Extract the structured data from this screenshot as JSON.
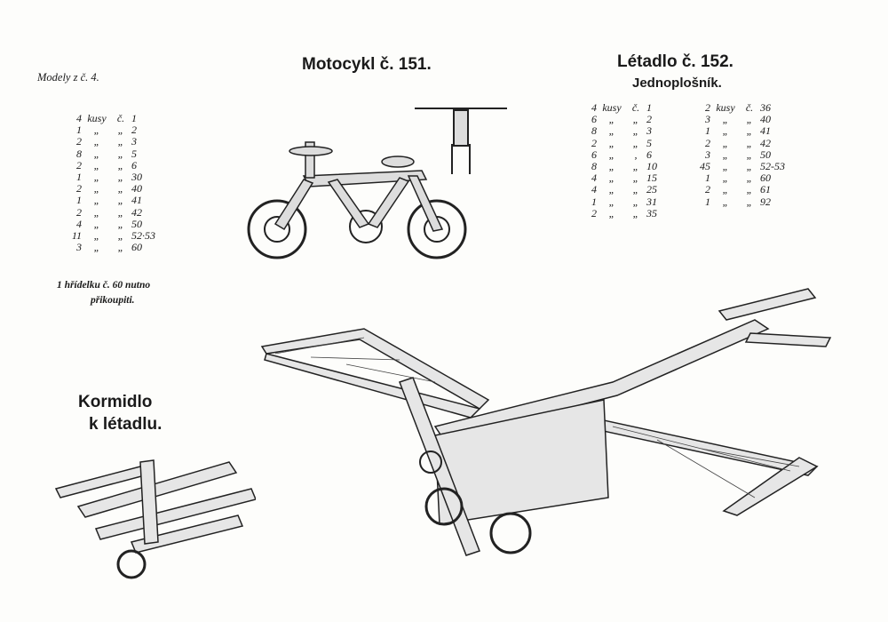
{
  "header_note": "Modely z č. 4.",
  "motorcycle": {
    "title": "Motocykl č. 151.",
    "parts": [
      [
        "4",
        "kusy",
        "č.",
        "1"
      ],
      [
        "1",
        "„",
        "„",
        "2"
      ],
      [
        "2",
        "„",
        "„",
        "3"
      ],
      [
        "8",
        "„",
        "„",
        "5"
      ],
      [
        "2",
        "„",
        "„",
        "6"
      ],
      [
        "1",
        "„",
        "„",
        "30"
      ],
      [
        "2",
        "„",
        "„",
        "40"
      ],
      [
        "1",
        "„",
        "„",
        "41"
      ],
      [
        "2",
        "„",
        "„",
        "42"
      ],
      [
        "4",
        "„",
        "„",
        "50"
      ],
      [
        "11",
        "„",
        "„",
        "52·53"
      ],
      [
        "3",
        "„",
        "„",
        "60"
      ]
    ],
    "note_line1": "1 hřídelku č. 60 nutno",
    "note_line2": "přikoupiti."
  },
  "airplane": {
    "title": "Létadlo č. 152.",
    "subtitle": "Jednoplošník.",
    "parts_col1": [
      [
        "4",
        "kusy",
        "č.",
        "1"
      ],
      [
        "6",
        "„",
        "„",
        "2"
      ],
      [
        "8",
        "„",
        "„",
        "3"
      ],
      [
        "2",
        "„",
        "„",
        "5"
      ],
      [
        "6",
        "„",
        ",",
        "6"
      ],
      [
        "8",
        "„",
        "„",
        "10"
      ],
      [
        "4",
        "„",
        "„",
        "15"
      ],
      [
        "4",
        "„",
        "„",
        "25"
      ],
      [
        "1",
        "„",
        "„",
        "31"
      ],
      [
        "2",
        "„",
        "„",
        "35"
      ]
    ],
    "parts_col2": [
      [
        "2",
        "kusy",
        "č.",
        "36"
      ],
      [
        "3",
        "„",
        "„",
        "40"
      ],
      [
        "1",
        "„",
        "„",
        "41"
      ],
      [
        "2",
        "„",
        "„",
        "42"
      ],
      [
        "3",
        "„",
        "„",
        "50"
      ],
      [
        "45",
        "„",
        "„",
        "52-53"
      ],
      [
        "1",
        "„",
        "„",
        "60"
      ],
      [
        "2",
        "„",
        "„",
        "61"
      ],
      [
        "1",
        "„",
        "„",
        "92"
      ]
    ]
  },
  "rudder": {
    "title_line1": "Kormidlo",
    "title_line2": "k létadlu."
  }
}
